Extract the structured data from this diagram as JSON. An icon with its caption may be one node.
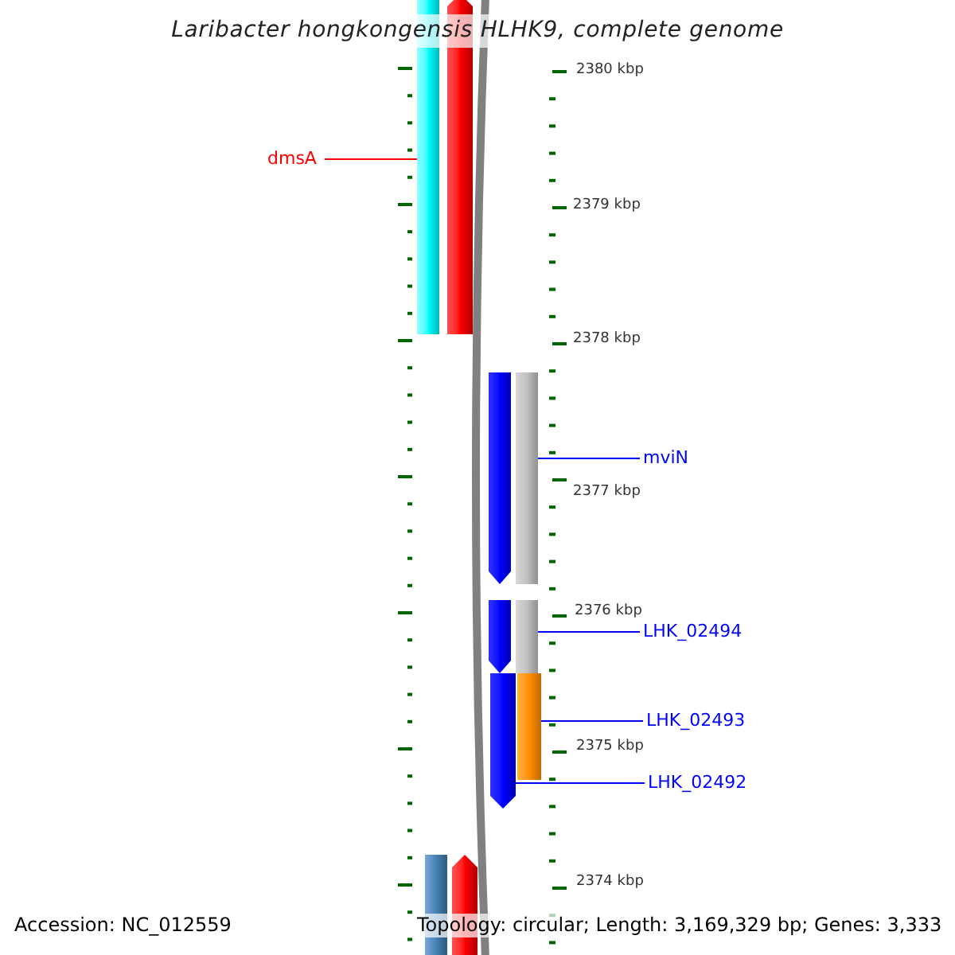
{
  "diagram": {
    "title": "Laribacter hongkongensis HLHK9, complete genome",
    "nodes": [
      {
        "text": [
          "dmsA"
        ]
      },
      {
        "text": [],
        "shape": "bar"
      },
      {
        "text": [
          "mviN"
        ]
      },
      {
        "text": [],
        "shape": "bar"
      },
      {
        "text": [
          "LHK_02494"
        ]
      },
      {
        "text": [],
        "shape": "bar"
      },
      {
        "text": [
          "LHK_02493"
        ]
      },
      {
        "text": [],
        "shape": "bar"
      },
      {
        "text": [
          "LHK_02492"
        ]
      },
      {
        "text": [],
        "shape": "bar"
      },
      {
        "text": [],
        "shape": "bar"
      },
      {
        "text": [],
        "shape": "bar"
      },
      {
        "text": [],
        "shape": "bar"
      },
      {
        "text": [],
        "shape": "bar"
      },
      {
        "text": [],
        "shape": "bar"
      }
    ],
    "edges": [
      {
        "from": 0,
        "to": 1,
        "arrow": "none",
        "color": "#ff0000"
      },
      {
        "from": 2,
        "to": 3,
        "arrow": "none"
      },
      {
        "from": 4,
        "to": 5,
        "arrow": "none"
      },
      {
        "from": 6,
        "to": 7,
        "arrow": "none"
      },
      {
        "from": 8,
        "to": 9,
        "arrow": "none"
      }
    ],
    "labels": [
      "2380 kbp",
      "2379 kbp",
      "2378 kbp",
      "2377 kbp",
      "2376 kbp",
      "2375 kbp",
      "2374 kbp",
      "Accession: NC_012559",
      "Topology: circular; Length: 3,169,329 bp; Genes: 3,333"
    ]
  }
}
